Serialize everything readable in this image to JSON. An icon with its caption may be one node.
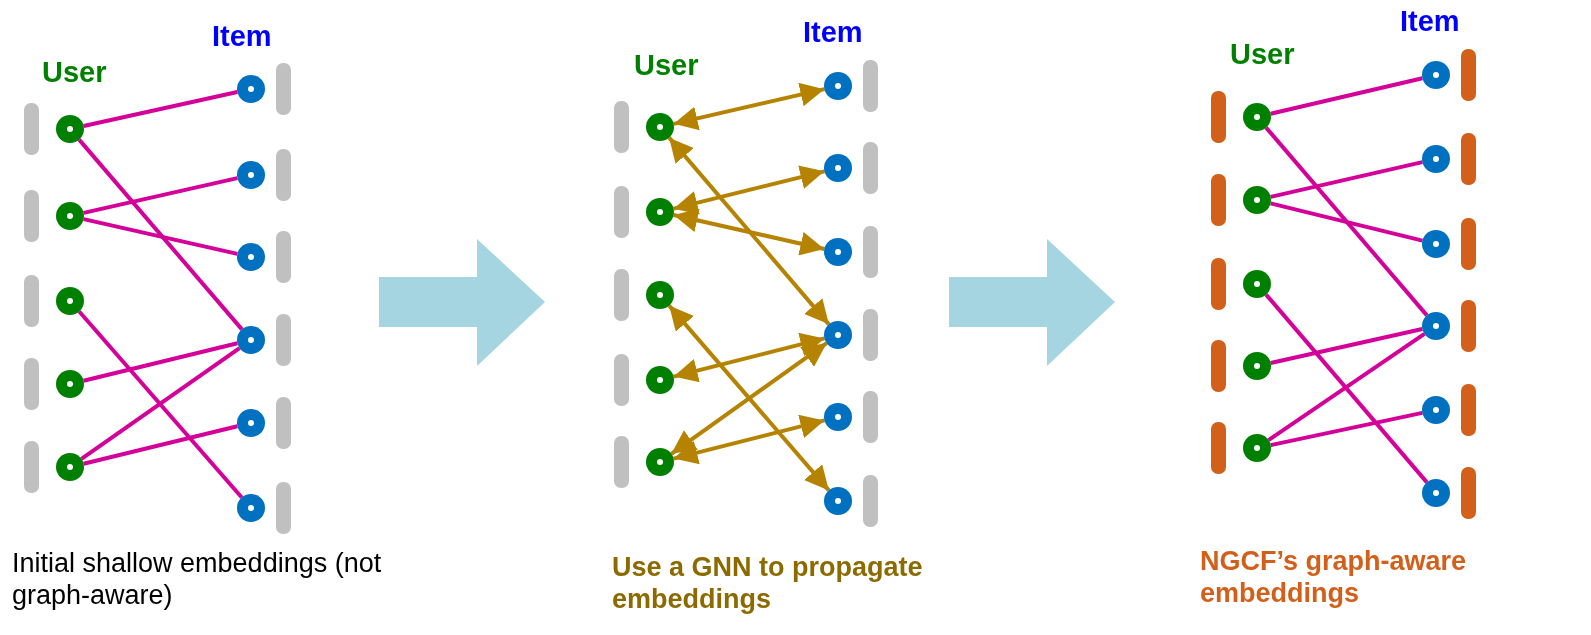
{
  "diagram": {
    "nodes": [
      {
        "text": [],
        "shape": "circle"
      },
      {
        "text": [],
        "shape": "circle"
      },
      {
        "text": [],
        "shape": "circle"
      },
      {
        "text": [],
        "shape": "circle"
      },
      {
        "text": [],
        "shape": "circle"
      },
      {
        "text": [],
        "shape": "circle"
      },
      {
        "text": [],
        "shape": "circle"
      },
      {
        "text": [],
        "shape": "circle"
      },
      {
        "text": [],
        "shape": "circle"
      },
      {
        "text": [],
        "shape": "circle"
      },
      {
        "text": [],
        "shape": "circle"
      },
      {
        "text": [],
        "shape": "circle"
      },
      {
        "text": [],
        "shape": "circle"
      },
      {
        "text": [],
        "shape": "circle"
      },
      {
        "text": [],
        "shape": "circle"
      },
      {
        "text": [],
        "shape": "circle"
      },
      {
        "text": [],
        "shape": "circle"
      },
      {
        "text": [],
        "shape": "circle"
      },
      {
        "text": [],
        "shape": "circle"
      },
      {
        "text": [],
        "shape": "circle"
      },
      {
        "text": [],
        "shape": "circle"
      },
      {
        "text": [],
        "shape": "circle"
      },
      {
        "text": [],
        "shape": "circle"
      },
      {
        "text": [],
        "shape": "circle"
      },
      {
        "text": [],
        "shape": "circle"
      },
      {
        "text": [],
        "shape": "circle"
      },
      {
        "text": [],
        "shape": "circle"
      },
      {
        "text": [],
        "shape": "circle"
      },
      {
        "text": [],
        "shape": "circle"
      },
      {
        "text": [],
        "shape": "circle"
      },
      {
        "text": [],
        "shape": "circle"
      },
      {
        "text": [],
        "shape": "circle"
      },
      {
        "text": [],
        "shape": "circle"
      }
    ],
    "edges": [
      {
        "from": 0,
        "to": 5,
        "arrow": "none"
      },
      {
        "from": 0,
        "to": 8,
        "arrow": "none"
      },
      {
        "from": 1,
        "to": 6,
        "arrow": "none"
      },
      {
        "from": 1,
        "to": 7,
        "arrow": "none"
      },
      {
        "from": 2,
        "to": 10,
        "arrow": "none"
      },
      {
        "from": 3,
        "to": 8,
        "arrow": "none"
      },
      {
        "from": 4,
        "to": 8,
        "arrow": "none"
      },
      {
        "from": 4,
        "to": 9,
        "arrow": "none"
      },
      {
        "from": 11,
        "to": 16,
        "arrow": "both",
        "color": "#b58300"
      },
      {
        "from": 11,
        "to": 19,
        "arrow": "both",
        "color": "#b58300"
      },
      {
        "from": 12,
        "to": 17,
        "arrow": "both",
        "color": "#b58300"
      },
      {
        "from": 12,
        "to": 18,
        "arrow": "both",
        "color": "#b58300"
      },
      {
        "from": 13,
        "to": 21,
        "arrow": "both",
        "color": "#b58300"
      },
      {
        "from": 14,
        "to": 19,
        "arrow": "both",
        "color": "#b58300"
      },
      {
        "from": 15,
        "to": 19,
        "arrow": "both",
        "color": "#b58300"
      },
      {
        "from": 15,
        "to": 20,
        "arrow": "both",
        "color": "#b58300"
      },
      {
        "from": 22,
        "to": 27,
        "arrow": "none"
      },
      {
        "from": 22,
        "to": 30,
        "arrow": "none"
      },
      {
        "from": 23,
        "to": 28,
        "arrow": "none"
      },
      {
        "from": 23,
        "to": 29,
        "arrow": "none"
      },
      {
        "from": 24,
        "to": 32,
        "arrow": "none"
      },
      {
        "from": 25,
        "to": 30,
        "arrow": "none"
      },
      {
        "from": 26,
        "to": 30,
        "arrow": "none"
      },
      {
        "from": 26,
        "to": 31,
        "arrow": "none"
      }
    ],
    "labels": [
      "User",
      "Item",
      "Initial shallow embeddings (not graph-aware)",
      "User",
      "Item",
      "Use a GNN to propagate embeddings",
      "User",
      "Item",
      "NGCF’s graph-aware embeddings"
    ]
  }
}
